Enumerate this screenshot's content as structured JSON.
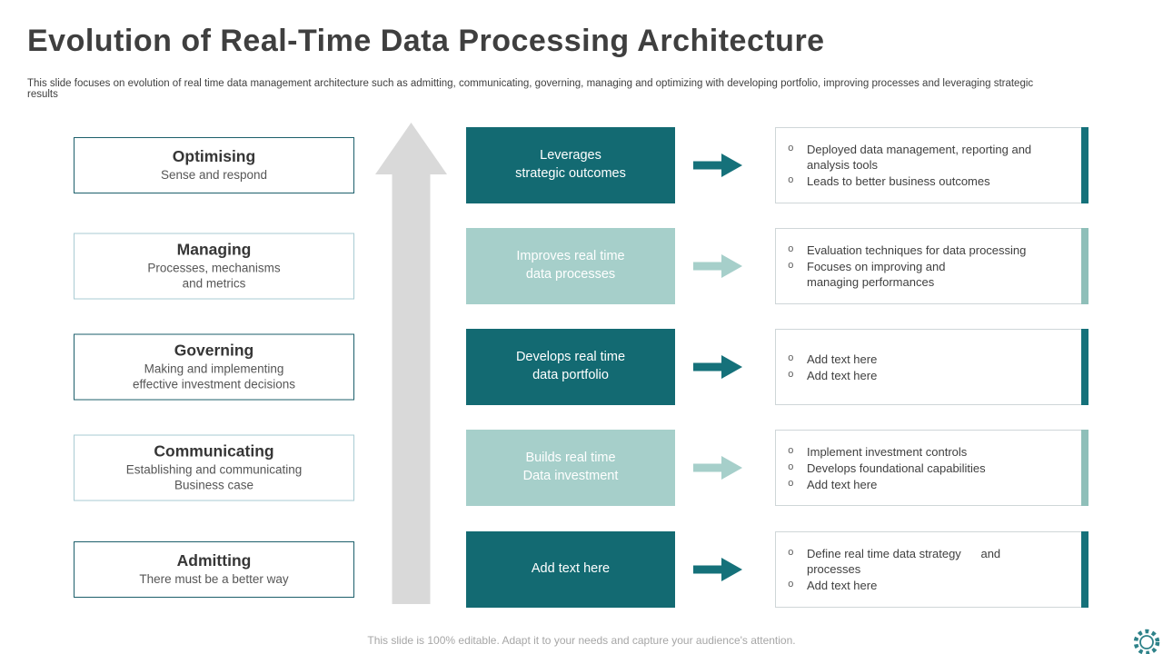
{
  "slide": {
    "title": "Evolution of Real-Time Data Processing Architecture",
    "subtitle": "This slide focuses on evolution of real time data management architecture such as admitting, communicating, governing, managing and optimizing with developing portfolio, improving processes and leveraging strategic results",
    "footer": "This slide is 100% editable. Adapt it to your needs and capture your audience's attention."
  },
  "icons": {
    "bullet": "o",
    "up_arrow": "gray-up-arrow",
    "right_arrow": "teal-right-arrow",
    "gear": "gear-outline"
  },
  "colors": {
    "teal_dark": "#136a72",
    "teal_light": "#a6cfca",
    "accent_dark": "#15717a",
    "accent_light": "#8fbfb9",
    "left_border_dark": "#1c5f6b",
    "left_border_light": "#a9cbd3",
    "right_box_border": "#cfd6d8",
    "arrow_gray": "#d9d9d9",
    "title_text": "#3f3f3f",
    "body_text": "#3f3f3f",
    "footer_text": "#a6a6a6",
    "gear": "#2e8289"
  },
  "rows": [
    {
      "tone": "dark",
      "left": {
        "title": "Optimising",
        "desc": "Sense and respond"
      },
      "middle": "Leverages\nstrategic outcomes",
      "right": [
        "Deployed data management, reporting and\nanalysis tools",
        "Leads to better business outcomes"
      ]
    },
    {
      "tone": "light",
      "left": {
        "title": "Managing",
        "desc": "Processes, mechanisms\nand metrics"
      },
      "middle": "Improves real time\ndata processes",
      "right": [
        "Evaluation techniques for data processing",
        "Focuses on improving and\nmanaging performances"
      ]
    },
    {
      "tone": "dark",
      "left": {
        "title": "Governing",
        "desc": "Making and implementing\neffective investment decisions"
      },
      "middle": "Develops real time\ndata portfolio",
      "right": [
        "Add text here",
        "Add text here"
      ]
    },
    {
      "tone": "light",
      "left": {
        "title": "Communicating",
        "desc": "Establishing and communicating\nBusiness case"
      },
      "middle": "Builds real time\nData investment",
      "right": [
        "Implement investment controls",
        "Develops foundational capabilities",
        "Add text here"
      ]
    },
    {
      "tone": "dark",
      "left": {
        "title": "Admitting",
        "desc": "There must be a better way"
      },
      "middle": "Add text here",
      "right": [
        "Define real time data strategy      and\nprocesses",
        "Add text here"
      ]
    }
  ]
}
